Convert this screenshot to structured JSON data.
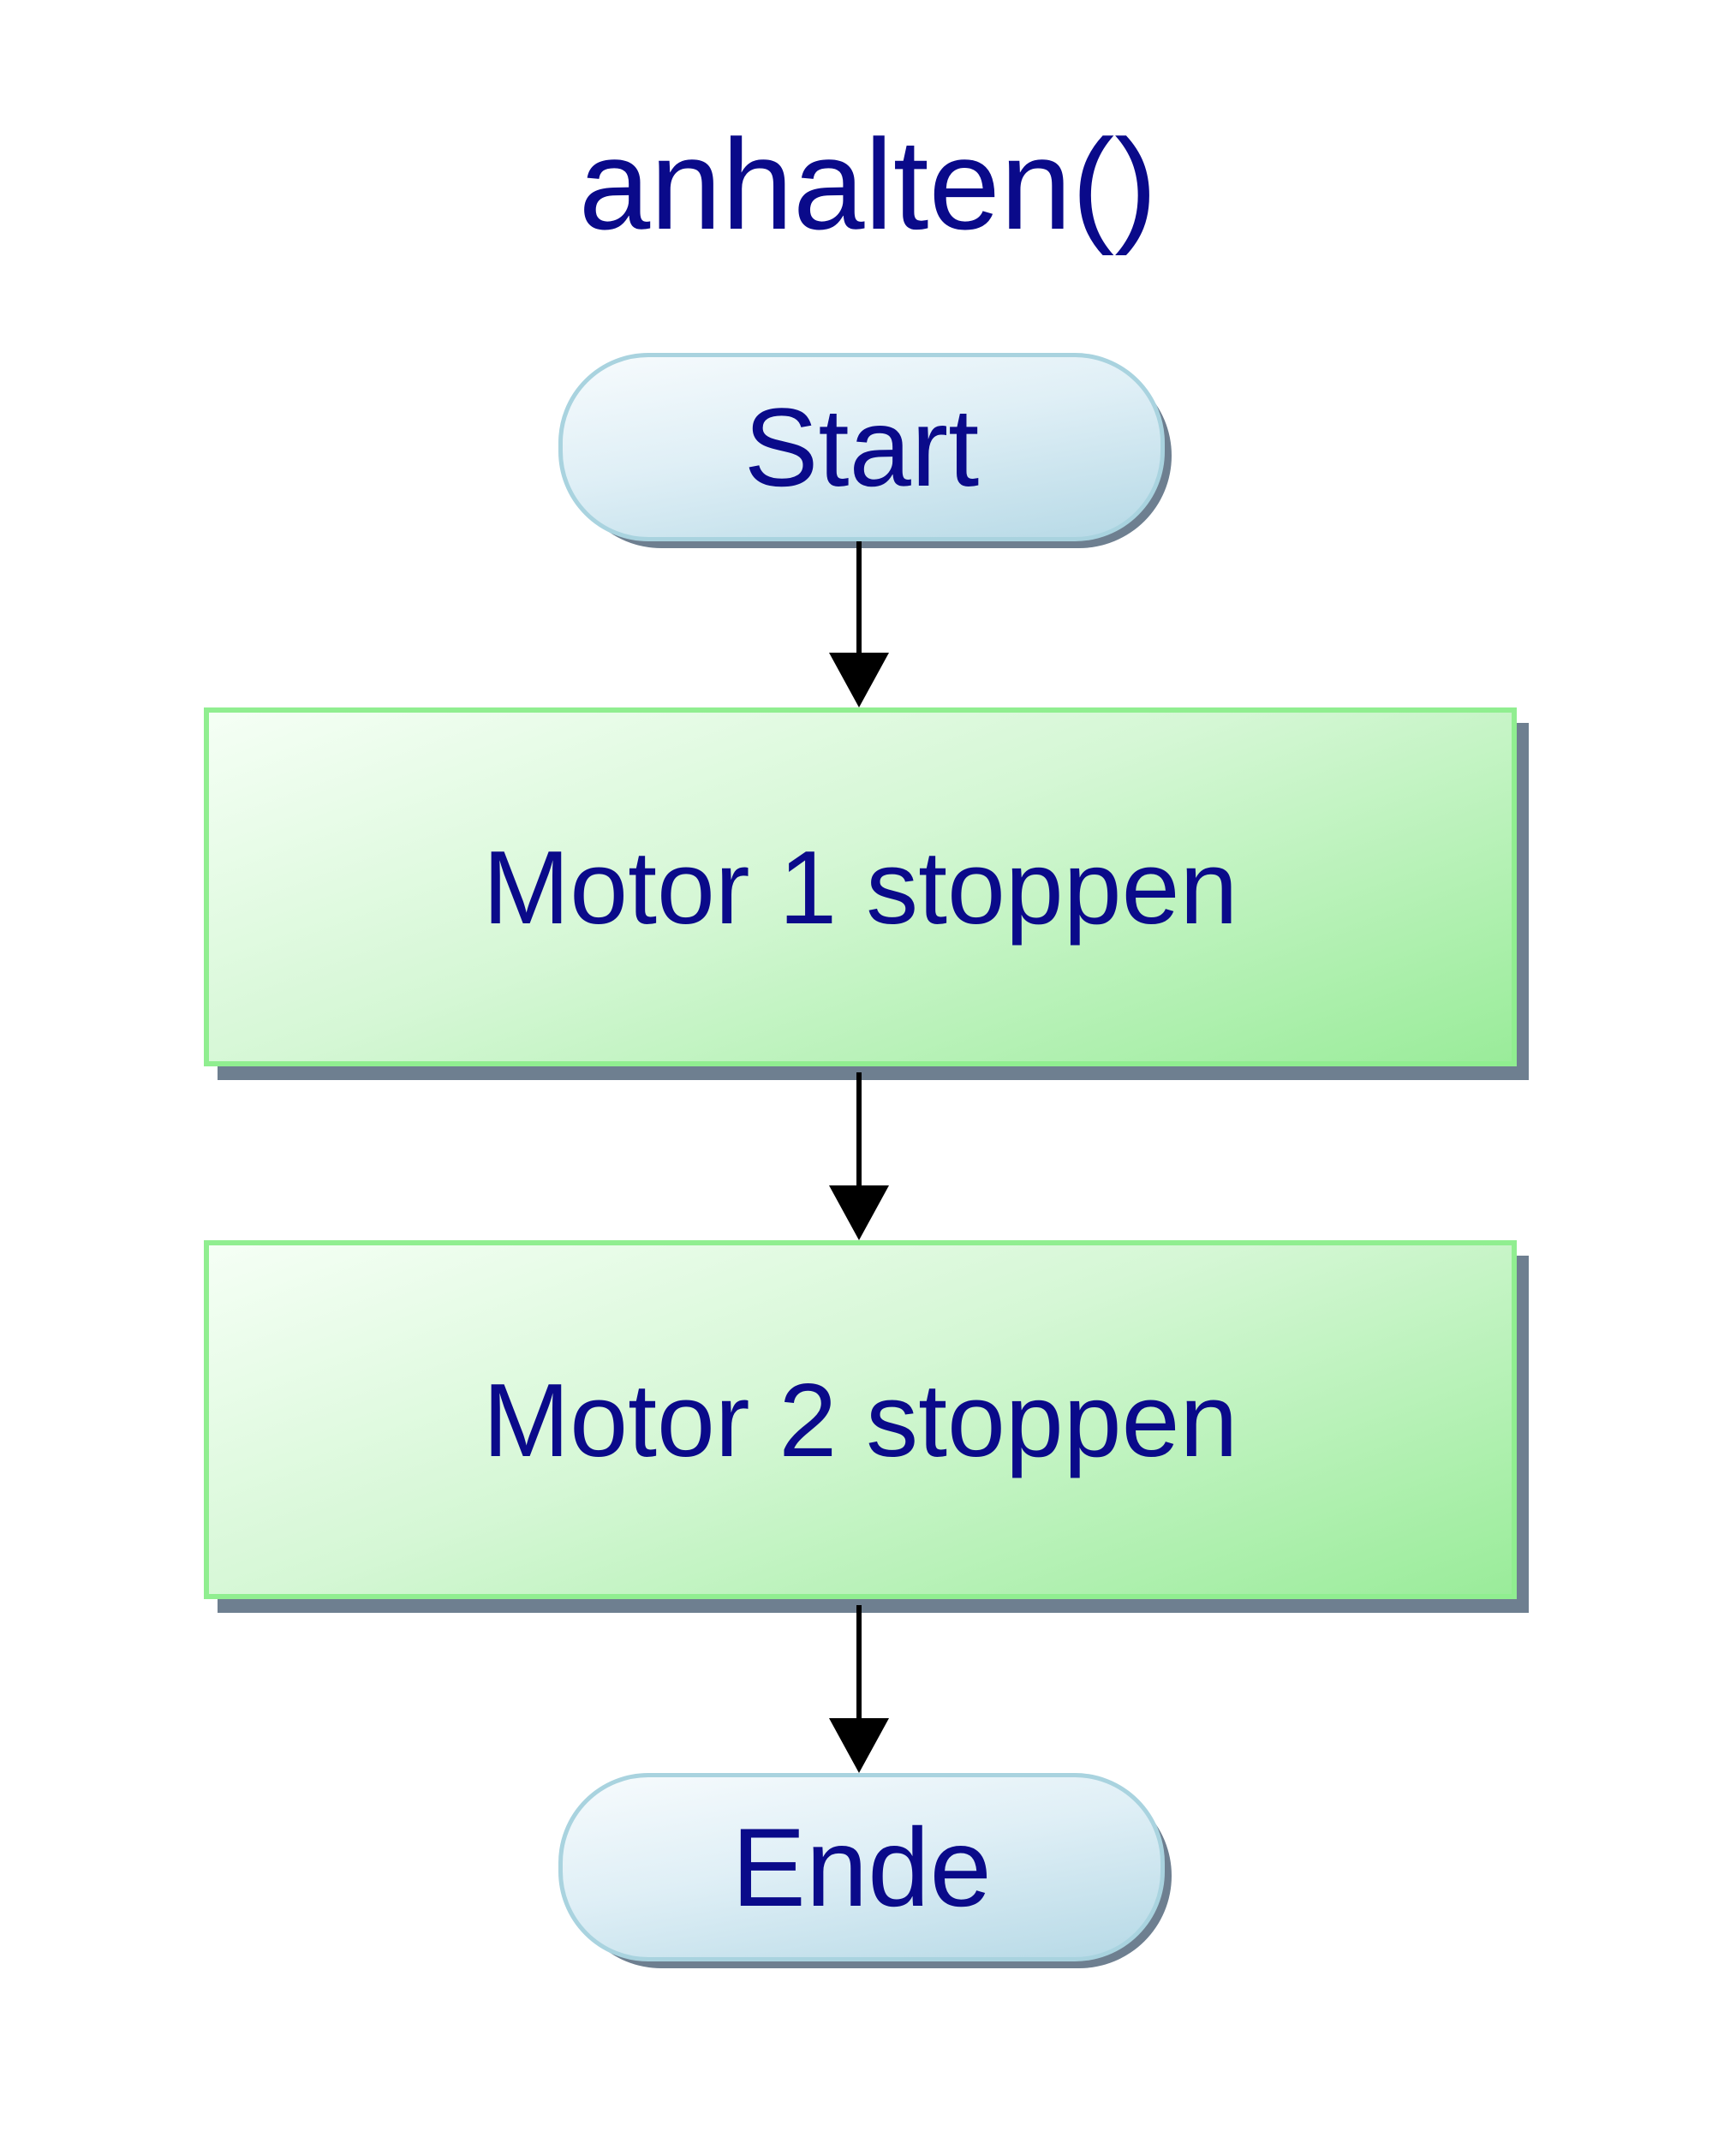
{
  "diagram": {
    "title": "anhalten()",
    "nodes": {
      "start": "Start",
      "step1": "Motor 1 stoppen",
      "step2": "Motor 2 stoppen",
      "end": "Ende"
    }
  }
}
